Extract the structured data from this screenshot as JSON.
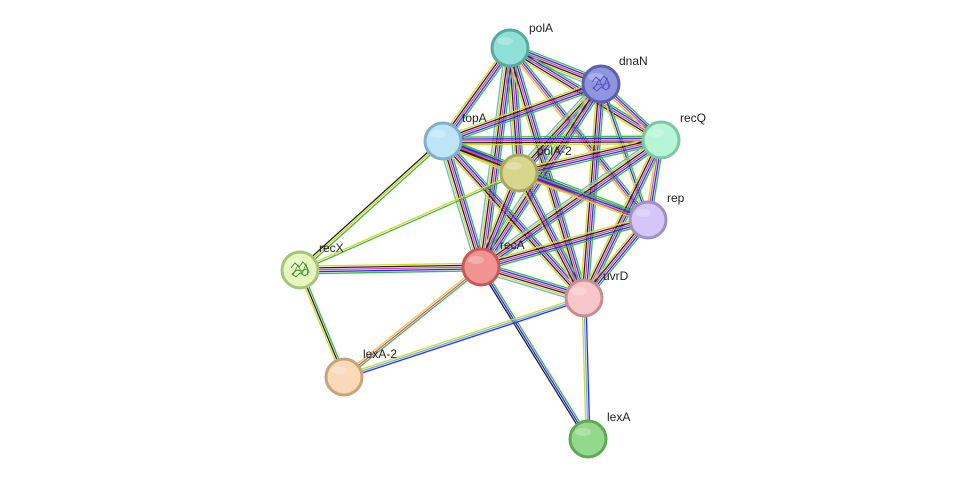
{
  "network": {
    "edge_colors": [
      "#3fb83f",
      "#2b2bff",
      "#e04a9a",
      "#222222",
      "#d6d62f",
      "#6bb4d6"
    ],
    "nodes": [
      {
        "id": "polA",
        "label": "polA",
        "fill": "#8ee0d6",
        "stroke": "#5aa99f",
        "icon": null
      },
      {
        "id": "dnaN",
        "label": "dnaN",
        "fill": "#8f96e0",
        "stroke": "#5a60ad",
        "icon": "protein-structure-icon"
      },
      {
        "id": "topA",
        "label": "topA",
        "fill": "#bde4f7",
        "stroke": "#7fb0c9",
        "icon": null
      },
      {
        "id": "recQ",
        "label": "recQ",
        "fill": "#b6f5d6",
        "stroke": "#7cc6a2",
        "icon": null
      },
      {
        "id": "polA-2",
        "label": "polA-2",
        "fill": "#d8d68c",
        "stroke": "#a9a85c",
        "icon": null
      },
      {
        "id": "rep",
        "label": "rep",
        "fill": "#d5c6f7",
        "stroke": "#9f8fca",
        "icon": null
      },
      {
        "id": "recX",
        "label": "recX",
        "fill": "#e6f7bd",
        "stroke": "#a7c47c",
        "icon": "protein-structure-icon"
      },
      {
        "id": "recA",
        "label": "recA",
        "fill": "#f29393",
        "stroke": "#c45a5a",
        "icon": null
      },
      {
        "id": "uvrD",
        "label": "uvrD",
        "fill": "#f7c6c9",
        "stroke": "#c48f93",
        "icon": null
      },
      {
        "id": "lexA-2",
        "label": "lexA-2",
        "fill": "#fad9b9",
        "stroke": "#c9a27c",
        "icon": null
      },
      {
        "id": "lexA",
        "label": "lexA",
        "fill": "#93d98c",
        "stroke": "#5fa858",
        "icon": null
      }
    ],
    "edges": [
      {
        "source": "polA",
        "target": "dnaN",
        "colors": [
          0,
          1,
          2,
          3,
          4,
          5
        ]
      },
      {
        "source": "polA",
        "target": "topA",
        "colors": [
          0,
          1,
          2,
          3,
          4
        ]
      },
      {
        "source": "polA",
        "target": "recQ",
        "colors": [
          0,
          1,
          2,
          3,
          4
        ]
      },
      {
        "source": "polA",
        "target": "polA-2",
        "colors": [
          0,
          1,
          2,
          3,
          4,
          5
        ]
      },
      {
        "source": "polA",
        "target": "recA",
        "colors": [
          0,
          1,
          2,
          3,
          4,
          5
        ]
      },
      {
        "source": "polA",
        "target": "uvrD",
        "colors": [
          0,
          1,
          2,
          3,
          4
        ]
      },
      {
        "source": "polA",
        "target": "rep",
        "colors": [
          0,
          1,
          2,
          4
        ]
      },
      {
        "source": "dnaN",
        "target": "topA",
        "colors": [
          0,
          1,
          2,
          3,
          4
        ]
      },
      {
        "source": "dnaN",
        "target": "recQ",
        "colors": [
          0,
          1,
          2,
          4
        ]
      },
      {
        "source": "dnaN",
        "target": "polA-2",
        "colors": [
          0,
          1,
          2,
          3,
          4,
          5
        ]
      },
      {
        "source": "dnaN",
        "target": "recA",
        "colors": [
          0,
          1,
          2,
          3,
          4,
          5
        ]
      },
      {
        "source": "dnaN",
        "target": "uvrD",
        "colors": [
          0,
          1,
          2,
          3,
          4
        ]
      },
      {
        "source": "dnaN",
        "target": "rep",
        "colors": [
          0,
          1,
          4
        ]
      },
      {
        "source": "topA",
        "target": "recQ",
        "colors": [
          0,
          1,
          2,
          3,
          4
        ]
      },
      {
        "source": "topA",
        "target": "polA-2",
        "colors": [
          0,
          1,
          2,
          3,
          4
        ]
      },
      {
        "source": "topA",
        "target": "rep",
        "colors": [
          0,
          1,
          2,
          3,
          4
        ]
      },
      {
        "source": "topA",
        "target": "recA",
        "colors": [
          0,
          1,
          2,
          3,
          4,
          5
        ]
      },
      {
        "source": "topA",
        "target": "uvrD",
        "colors": [
          0,
          1,
          2,
          3,
          4
        ]
      },
      {
        "source": "topA",
        "target": "recX",
        "colors": [
          0,
          4,
          3
        ]
      },
      {
        "source": "recQ",
        "target": "polA-2",
        "colors": [
          0,
          1,
          2,
          3,
          4
        ]
      },
      {
        "source": "recQ",
        "target": "rep",
        "colors": [
          0,
          1,
          2,
          4
        ]
      },
      {
        "source": "recQ",
        "target": "recA",
        "colors": [
          0,
          1,
          2,
          3,
          4,
          5
        ]
      },
      {
        "source": "recQ",
        "target": "uvrD",
        "colors": [
          0,
          1,
          2,
          3,
          4
        ]
      },
      {
        "source": "polA-2",
        "target": "rep",
        "colors": [
          0,
          1,
          2,
          4
        ]
      },
      {
        "source": "polA-2",
        "target": "recA",
        "colors": [
          0,
          1,
          2,
          3,
          4
        ]
      },
      {
        "source": "polA-2",
        "target": "uvrD",
        "colors": [
          0,
          1,
          2,
          3,
          4
        ]
      },
      {
        "source": "polA-2",
        "target": "recX",
        "colors": [
          0,
          4
        ]
      },
      {
        "source": "rep",
        "target": "recA",
        "colors": [
          0,
          1,
          2,
          3,
          4
        ]
      },
      {
        "source": "rep",
        "target": "uvrD",
        "colors": [
          0,
          1,
          2,
          3,
          4
        ]
      },
      {
        "source": "recA",
        "target": "uvrD",
        "colors": [
          0,
          1,
          2,
          3,
          4,
          5
        ]
      },
      {
        "source": "recA",
        "target": "recX",
        "colors": [
          0,
          1,
          2,
          3,
          4
        ]
      },
      {
        "source": "recA",
        "target": "lexA-2",
        "colors": [
          0,
          2,
          4
        ]
      },
      {
        "source": "recA",
        "target": "lexA",
        "colors": [
          0,
          1,
          3
        ]
      },
      {
        "source": "recX",
        "target": "lexA-2",
        "colors": [
          0,
          3,
          4
        ]
      },
      {
        "source": "uvrD",
        "target": "lexA-2",
        "colors": [
          1,
          5,
          4
        ]
      },
      {
        "source": "uvrD",
        "target": "lexA",
        "colors": [
          1,
          5,
          4
        ]
      }
    ]
  }
}
